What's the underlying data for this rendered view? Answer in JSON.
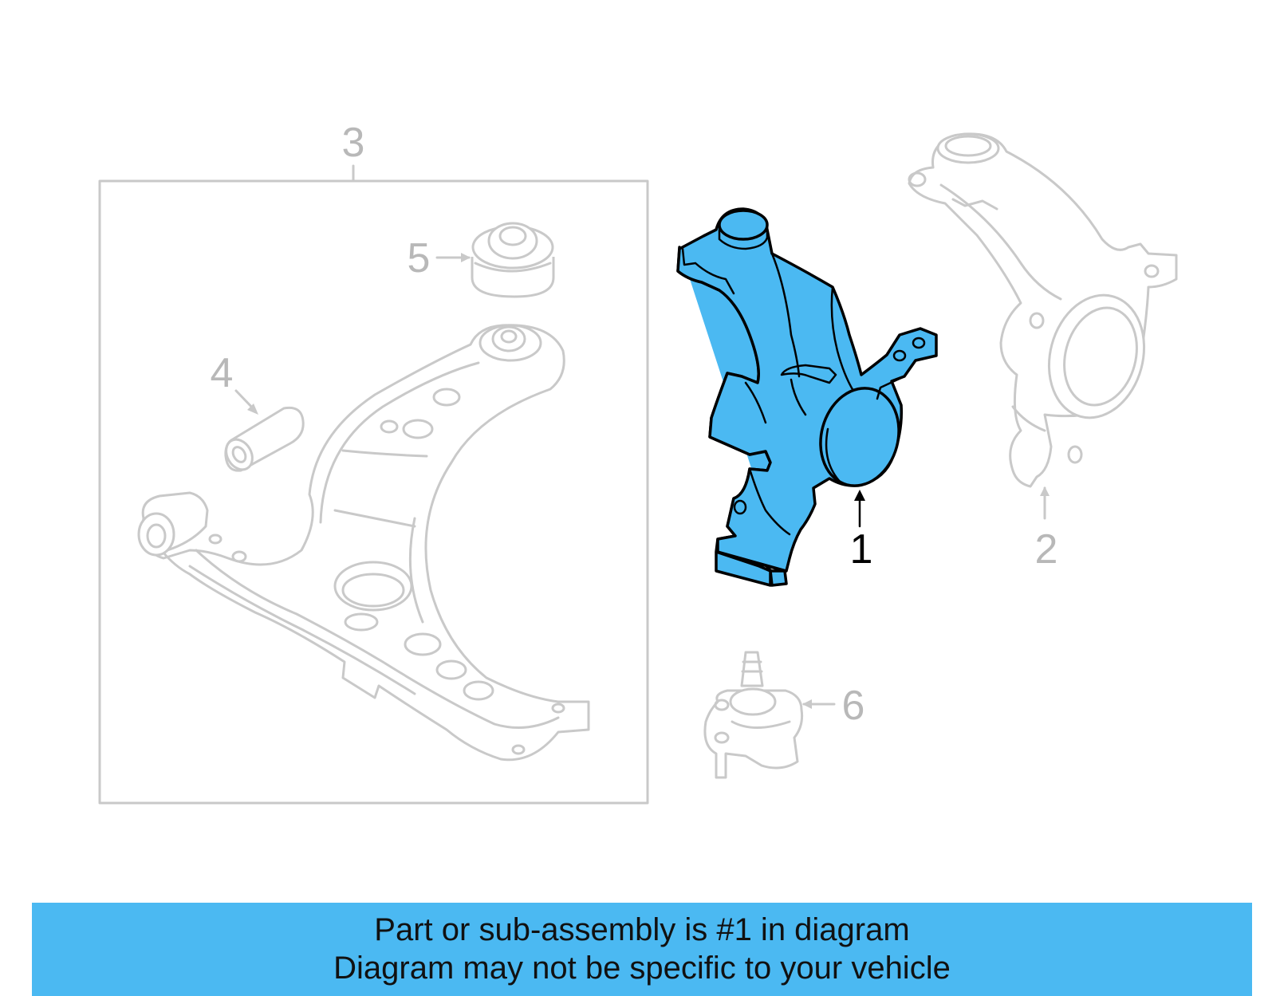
{
  "colors": {
    "accent": "#4bb9f2",
    "ghost_line": "#c9c9c9",
    "ghost_text": "#b8b8b8",
    "active_text": "#000000"
  },
  "callouts": {
    "one": "1",
    "two": "2",
    "three": "3",
    "four": "4",
    "five": "5",
    "six": "6"
  },
  "banner": {
    "line1": "Part or sub-assembly is #1 in diagram",
    "line2": "Diagram may not be specific to your vehicle"
  }
}
